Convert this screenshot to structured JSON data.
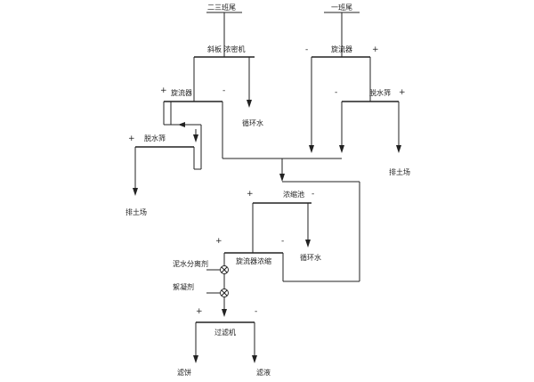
{
  "inputs": {
    "tailings_23": "二三班尾",
    "tailings_1": "一班尾"
  },
  "nodes": {
    "inclined_thickener": "斜板 浓密机",
    "cyclone_right": "旋流器",
    "cyclone_left": "旋流器",
    "dewater_screen_right": "脱水筛",
    "dewater_screen_left": "脱水筛",
    "thickening_tank": "浓缩池",
    "cyclone_concentrate": "旋流器浓缩",
    "filter": "过滤机"
  },
  "outputs": {
    "circulating_water_1": "循环水",
    "circulating_water_2": "循环水",
    "discharge_right": "排土场",
    "discharge_left": "排土场",
    "filter_cake": "滤饼",
    "filtrate": "滤液"
  },
  "reagents": {
    "mud_water_separator": "泥水分离剂",
    "flocculant": "絮凝剂"
  },
  "signs": {
    "plus": "+",
    "minus": "-"
  }
}
